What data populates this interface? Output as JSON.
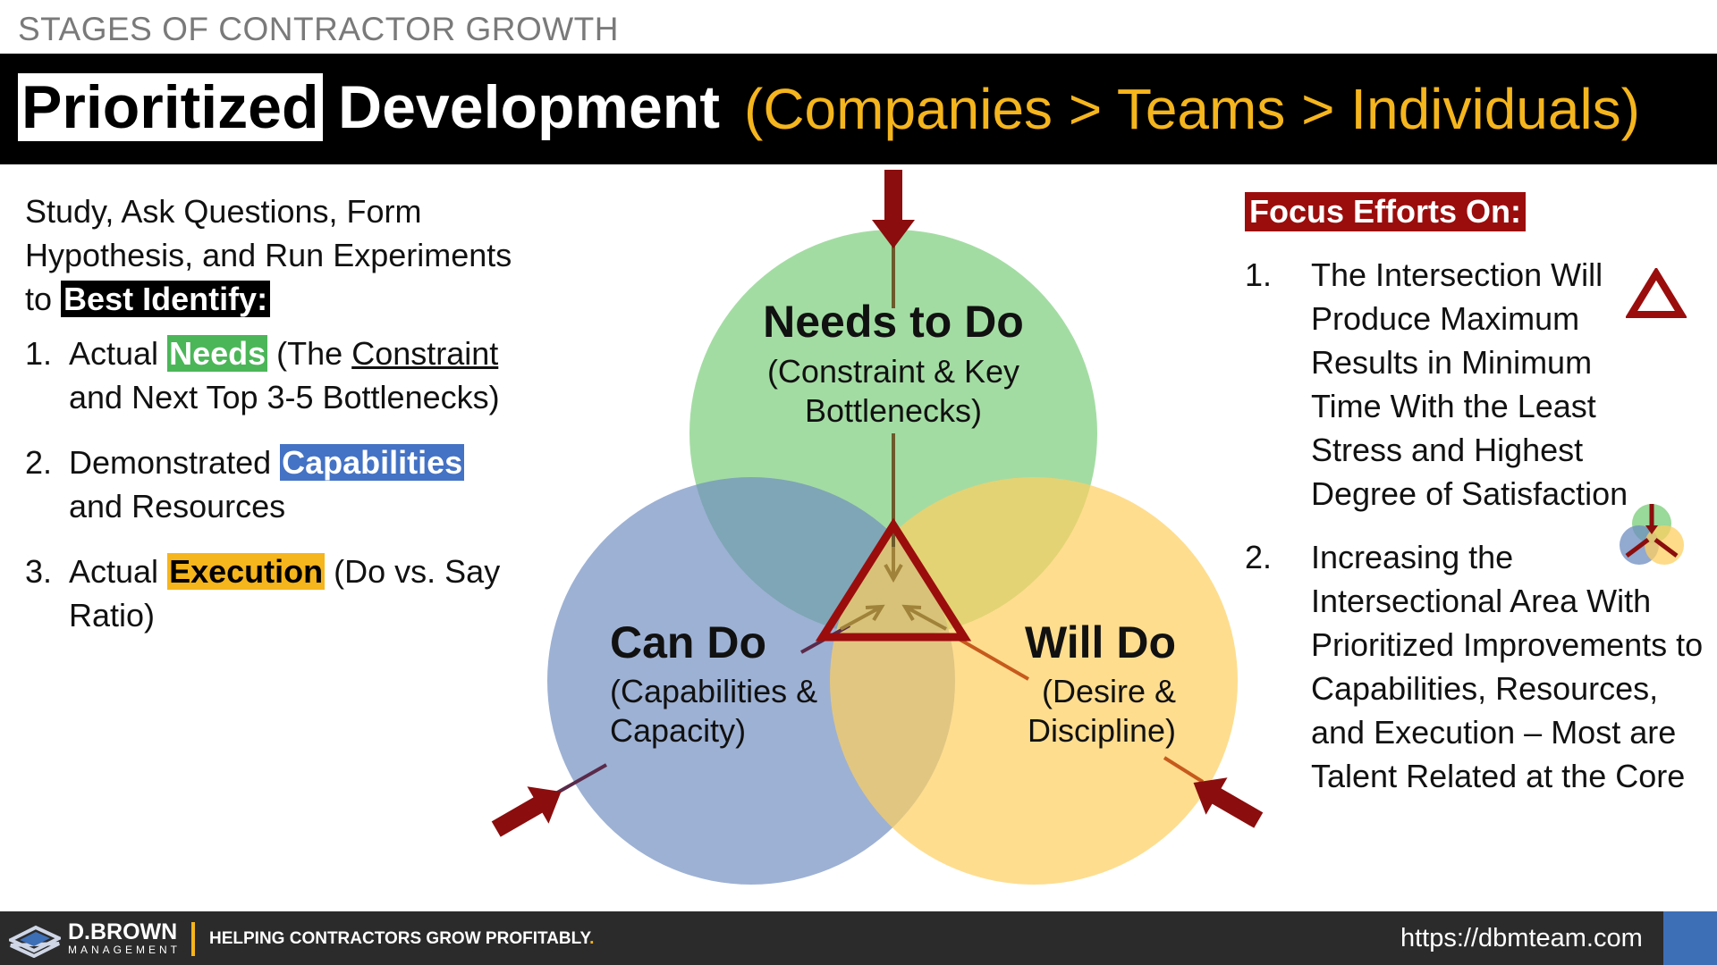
{
  "header": {
    "kicker": "STAGES OF CONTRACTOR GROWTH",
    "title_highlight": "Prioritized",
    "title_main": "Development",
    "title_sub": "(Companies > Teams > Individuals)"
  },
  "left": {
    "intro_text": "Study, Ask Questions, Form Hypothesis, and Run Experiments to",
    "intro_highlight": "Best Identify:",
    "items": [
      {
        "num": "1.",
        "pre": "Actual",
        "highlight": "Needs",
        "mid": "(The",
        "underline": "Constraint",
        "post": "and Next Top 3-5 Bottlenecks)"
      },
      {
        "num": "2.",
        "pre": "Demonstrated",
        "highlight": "Capabilities",
        "post": "and Resources"
      },
      {
        "num": "3.",
        "pre": "Actual",
        "highlight": "Execution",
        "post": "(Do vs. Say Ratio)"
      }
    ]
  },
  "venn": {
    "needs": {
      "title": "Needs to Do",
      "sub1": "(Constraint & Key",
      "sub2": "Bottlenecks)",
      "color": "#7fcf7f"
    },
    "can": {
      "title": "Can Do",
      "sub1": "(Capabilities &",
      "sub2": "Capacity)",
      "color": "#8aa4cc"
    },
    "will": {
      "title": "Will Do",
      "sub1": "(Desire &",
      "sub2": "Discipline)",
      "color": "#fdd474"
    },
    "arrow_color": "#8b0d0d"
  },
  "right": {
    "heading": "Focus Efforts On:",
    "items": [
      {
        "num": "1.",
        "text": "The Intersection Will Produce Maximum Results in Minimum Time With the Least Stress and Highest Degree of Satisfaction"
      },
      {
        "num": "2.",
        "text": "Increasing the Intersectional Area With Prioritized Improvements to Capabilities, Resources, and Execution – Most are Talent Related at the Core"
      }
    ]
  },
  "footer": {
    "brand_name": "D.BROWN",
    "brand_sub": "MANAGEMENT",
    "tagline": "HELPING CONTRACTORS GROW PROFITABLY",
    "tagline_dot": ".",
    "url": "https://dbmteam.com"
  },
  "colors": {
    "accent_yellow": "#f5b51d",
    "accent_red": "#9b0d0d",
    "needs_green": "#4bb658",
    "capabilities_blue": "#4472c4"
  }
}
